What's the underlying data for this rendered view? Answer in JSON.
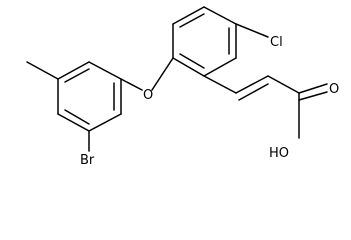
{
  "structure": {
    "atoms": {
      "cl": "Cl",
      "o": "O",
      "br": "Br",
      "carbonyl_o": "O",
      "hydroxyl": "HO"
    },
    "colors": {
      "bond": "#000000",
      "background": "#ffffff"
    }
  }
}
